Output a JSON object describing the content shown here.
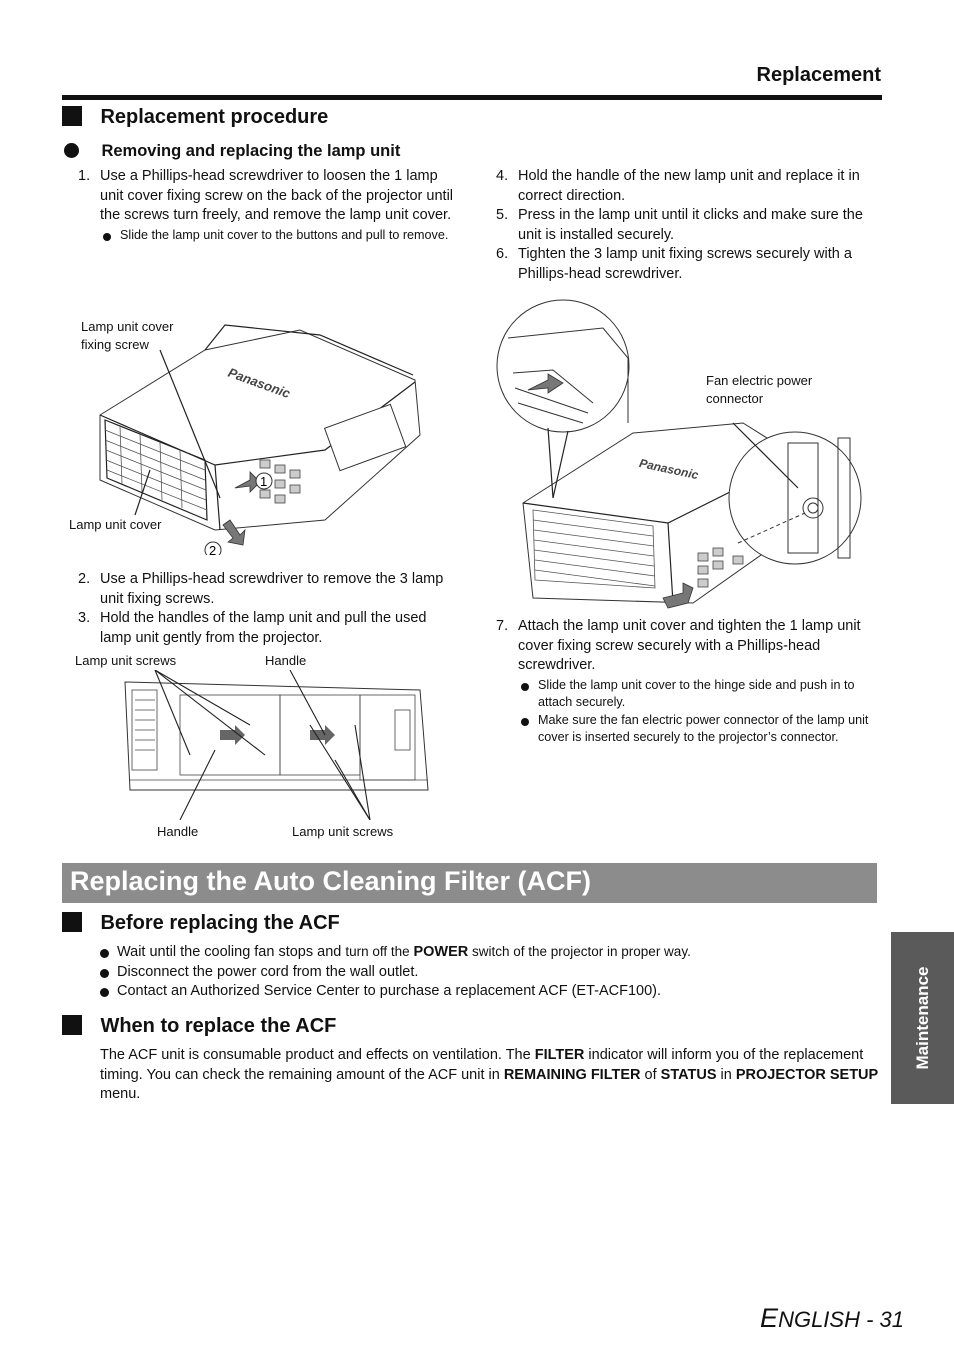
{
  "header": {
    "title": "Replacement"
  },
  "section1": {
    "heading": "Replacement procedure",
    "subheading": "Removing and replacing the lamp unit",
    "steps_left": [
      {
        "num": "1.",
        "text": "Use a Phillips-head screwdriver to loosen the 1 lamp unit cover fixing screw on the back of the projector until the screws turn freely, and remove the lamp unit cover.",
        "note": "Slide the lamp unit cover to the buttons and pull to remove."
      },
      {
        "num": "2.",
        "text": "Use a Phillips-head screwdriver to remove the 3 lamp unit fixing screws."
      },
      {
        "num": "3.",
        "text": "Hold the handles of the lamp unit and pull the used lamp unit gently from the projector."
      }
    ],
    "steps_right": [
      {
        "num": "4.",
        "text": "Hold the handle of the new lamp unit and replace it in correct direction."
      },
      {
        "num": "5.",
        "text": "Press in the lamp unit until it clicks and make sure the unit is installed securely."
      },
      {
        "num": "6.",
        "text": "Tighten the 3 lamp unit fixing screws securely with a Phillips-head screwdriver."
      },
      {
        "num": "7.",
        "text": "Attach the lamp unit cover and tighten the 1 lamp unit cover fixing screw securely with a Phillips-head screwdriver.",
        "notes": [
          "Slide the lamp unit cover to the hinge side and push in to attach securely.",
          "Make sure the fan electric power connector of the lamp unit cover is inserted securely to the projector’s connector."
        ]
      }
    ],
    "figure1": {
      "label_screw_line1": "Lamp unit cover",
      "label_screw_line2": "fixing screw",
      "label_cover": "Lamp unit cover",
      "marker1": "1",
      "marker2": "2",
      "logo": "Panasonic"
    },
    "figure2": {
      "label_screws_top": "Lamp unit screws",
      "label_handle_top": "Handle",
      "label_handle_bottom": "Handle",
      "label_screws_bottom": "Lamp unit screws"
    },
    "figure3": {
      "label_fan_line1": "Fan electric power",
      "label_fan_line2": "connector",
      "logo": "Panasonic"
    }
  },
  "banner": {
    "title": "Replacing the Auto Cleaning Filter (ACF)"
  },
  "before": {
    "heading": "Before replacing the ACF",
    "b1_pre": "Wait until the cooling fan stops and ",
    "b1_small": "turn off the ",
    "b1_bold": "POWER",
    "b1_post": " switch of the projector in proper way.",
    "b2": "Disconnect the power cord from the wall outlet.",
    "b3": "Contact an Authorized Service Center to purchase a replacement ACF (ET-ACF100)."
  },
  "when": {
    "heading": "When to replace the ACF",
    "p1": "The ACF unit is consumable product and effects on ventilation. The ",
    "filter": "FILTER",
    "p2": " indicator will inform you of the replacement timing. You can check the remaining amount of the ACF unit in ",
    "remaining": "REMAINING FILTER",
    "p3": " of ",
    "status": "STATUS",
    "p4": " in ",
    "setup": "PROJECTOR SETUP",
    "p5": " menu."
  },
  "sidetab": {
    "label": "Maintenance"
  },
  "footer": {
    "cap": "E",
    "rest": "NGLISH - 31"
  }
}
